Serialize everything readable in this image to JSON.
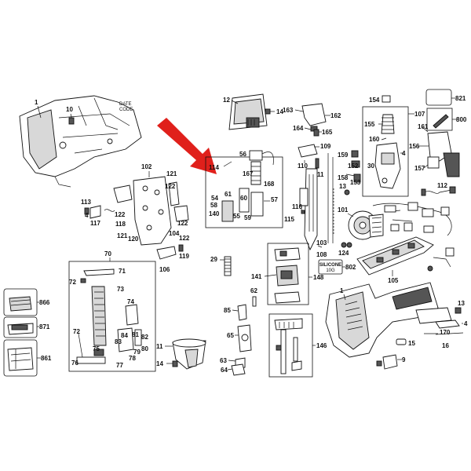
{
  "callouts": {
    "p1": "1",
    "p4": "4",
    "p9": "9",
    "p10": "10",
    "p11": "11",
    "p12": "12",
    "p13": "13",
    "p14": "14",
    "p15": "15",
    "p16": "16",
    "p29": "29",
    "p30": "30",
    "p54": "54",
    "p55": "55",
    "p56": "56",
    "p57": "57",
    "p58": "58",
    "p59": "59",
    "p60": "60",
    "p61": "61",
    "p62": "62",
    "p63": "63",
    "p64": "64",
    "p65": "65",
    "p70": "70",
    "p71": "71",
    "p72": "72",
    "p73": "73",
    "p74": "74",
    "p75": "75",
    "p76": "76",
    "p77": "77",
    "p78": "78",
    "p79": "79",
    "p80": "80",
    "p81": "81",
    "p82": "82",
    "p83": "83",
    "p84": "84",
    "p85": "85",
    "p101": "101",
    "p102": "102",
    "p103": "103",
    "p104": "104",
    "p105": "105",
    "p106": "106",
    "p107": "107",
    "p108": "108",
    "p109": "109",
    "p110": "110",
    "p111": "111",
    "p112": "112",
    "p113": "113",
    "p114": "114",
    "p115": "115",
    "p116": "116",
    "p117": "117",
    "p118": "118",
    "p119": "119",
    "p120": "120",
    "p121": "121",
    "p122": "122",
    "p124": "124",
    "p140": "140",
    "p141": "141",
    "p146": "146",
    "p148": "148",
    "p152": "152",
    "p153": "153",
    "p154": "154",
    "p155": "155",
    "p156": "156",
    "p157": "157",
    "p158": "158",
    "p159": "159",
    "p160": "160",
    "p161": "161",
    "p162": "162",
    "p163": "163",
    "p164": "164",
    "p165": "165",
    "p167": "167",
    "p168": "168",
    "p170": "170",
    "p800": "800",
    "p802": "802",
    "p821": "821",
    "p861": "861",
    "p866": "866",
    "p871": "871"
  },
  "notes": {
    "date": "DATE",
    "code": "CODE",
    "silicone": "SILICONE",
    "silicone_qty": "10G"
  },
  "colors": {
    "arrow": "#e0201b",
    "line": "#111111",
    "background": "#ffffff"
  }
}
